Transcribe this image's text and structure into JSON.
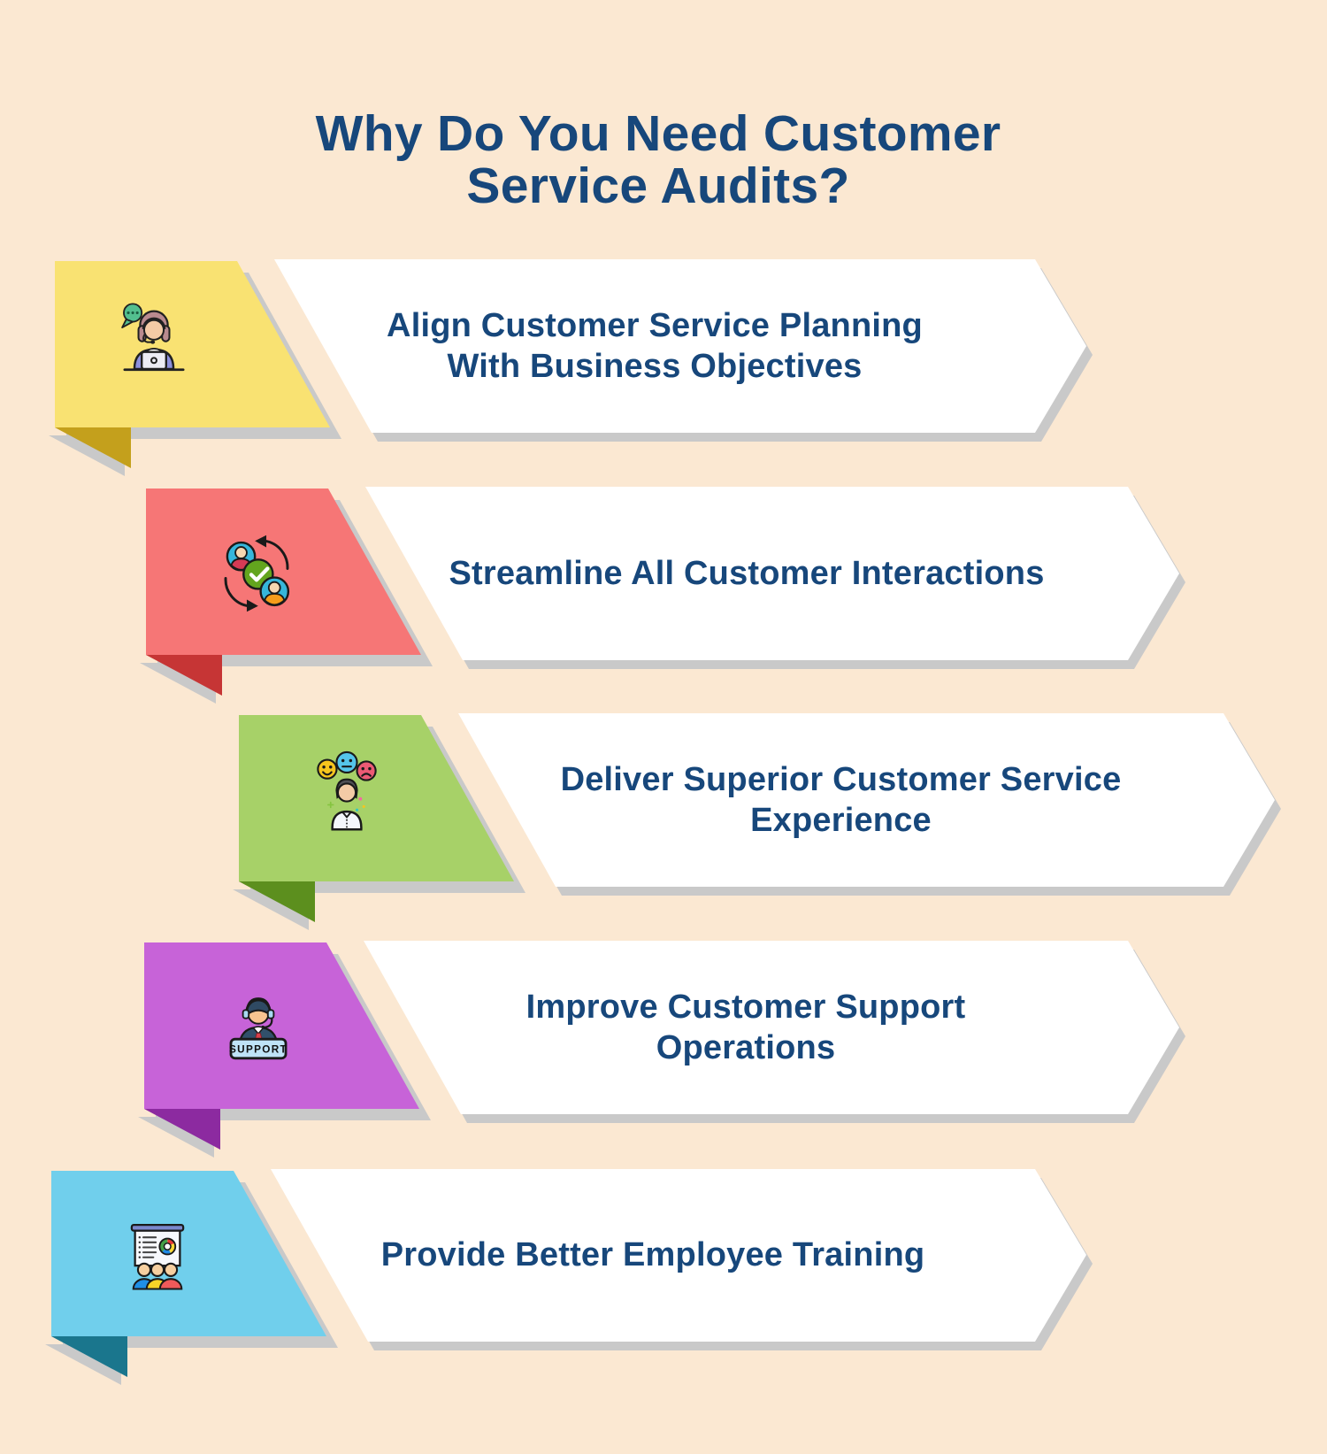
{
  "title": {
    "line1": "Why Do You Need Customer",
    "line2": "Service Audits?"
  },
  "colors": {
    "background": "#FBE8D2",
    "banner": "#FFFFFF",
    "shadow": "#C9C9C9",
    "text": "#17477B"
  },
  "rows": [
    {
      "icon": "support-agent-woman-icon",
      "color": "#F9E272",
      "fold_color": "#C4A01C",
      "line1": "Align Customer Service Planning",
      "line2": "With Business Objectives"
    },
    {
      "icon": "customer-interactions-sync-icon",
      "color": "#F67676",
      "fold_color": "#C63535",
      "line1": "Streamline All Customer Interactions",
      "line2": ""
    },
    {
      "icon": "customer-emotions-icon",
      "color": "#A7D168",
      "fold_color": "#5C8F1E",
      "line1": "Deliver Superior Customer Service",
      "line2": "Experience"
    },
    {
      "icon": "support-desk-agent-icon",
      "icon_text": "SUPPORT",
      "color": "#C763D8",
      "fold_color": "#8C2AA0",
      "line1": "Improve Customer Support",
      "line2": "Operations"
    },
    {
      "icon": "employee-training-presentation-icon",
      "color": "#70CFEC",
      "fold_color": "#1A768D",
      "line1": "Provide Better Employee Training",
      "line2": ""
    }
  ]
}
